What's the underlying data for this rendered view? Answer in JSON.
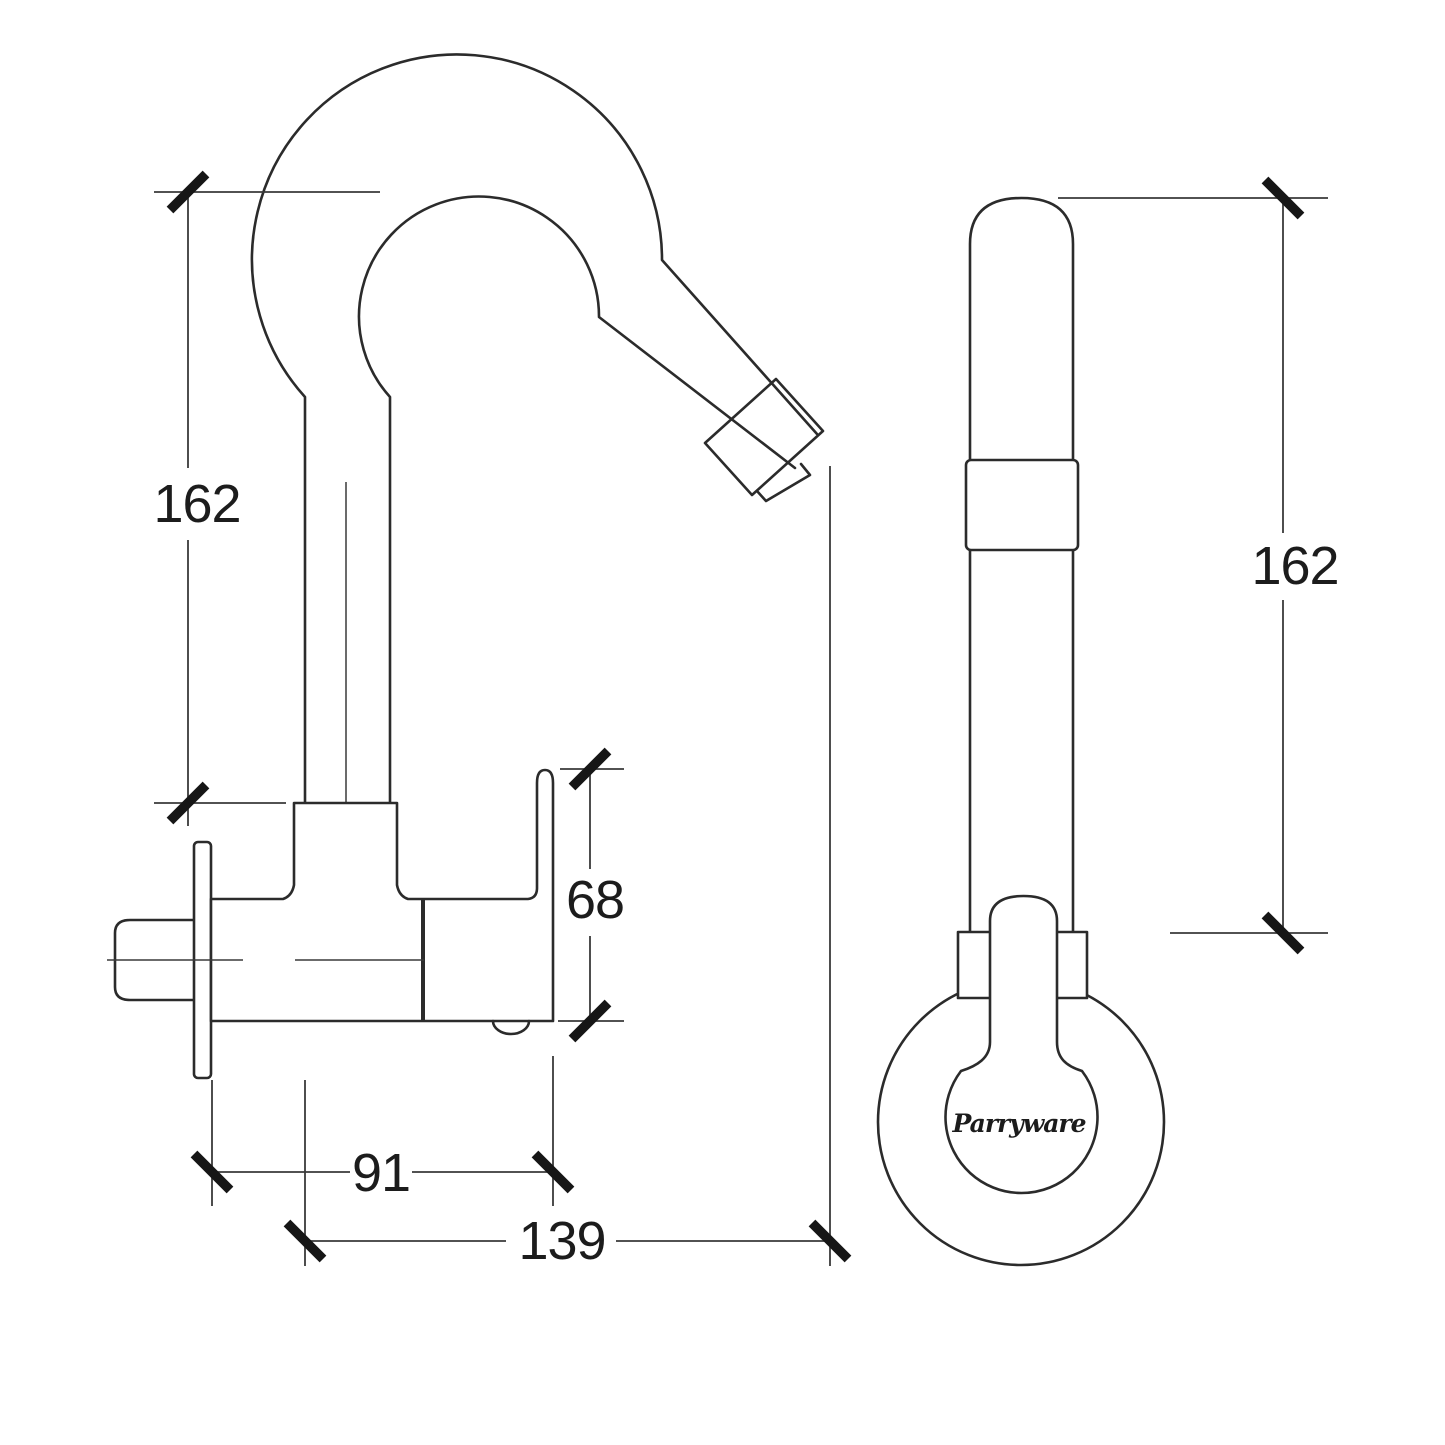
{
  "drawing": {
    "kind": "product technical dimension drawing",
    "subject": "wall-mounted sink cock with swivel gooseneck spout",
    "background_color": "#ffffff",
    "line_color": "#2b2b2b",
    "views": {
      "side_view": {
        "name": "side view",
        "dimension_labels": [
          "162",
          "68",
          "91",
          "139"
        ]
      },
      "front_view": {
        "name": "front view",
        "dimension_labels": [
          "162"
        ]
      }
    },
    "dimensions": {
      "side_spout_height": "162",
      "side_body_height": "68",
      "side_wall_to_handle": "91",
      "side_wall_to_spout_outlet": "139",
      "front_total_height": "162"
    },
    "logo": {
      "text": "Parryware"
    }
  }
}
